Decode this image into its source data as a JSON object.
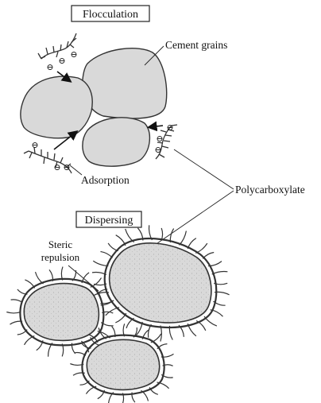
{
  "labels": {
    "flocculation": "Flocculation",
    "cement_grains": "Cement grains",
    "adsorption": "Adsorption",
    "polycarboxylate": "Polycarboxylate",
    "dispersing": "Dispersing",
    "steric_line1": "Steric",
    "steric_line2": "repulsion"
  },
  "charge_symbol": "⊖",
  "colors": {
    "grain_fill": "#d9d9d9",
    "outline": "#333333",
    "polymer": "#3a3a3a",
    "text": "#111111"
  }
}
